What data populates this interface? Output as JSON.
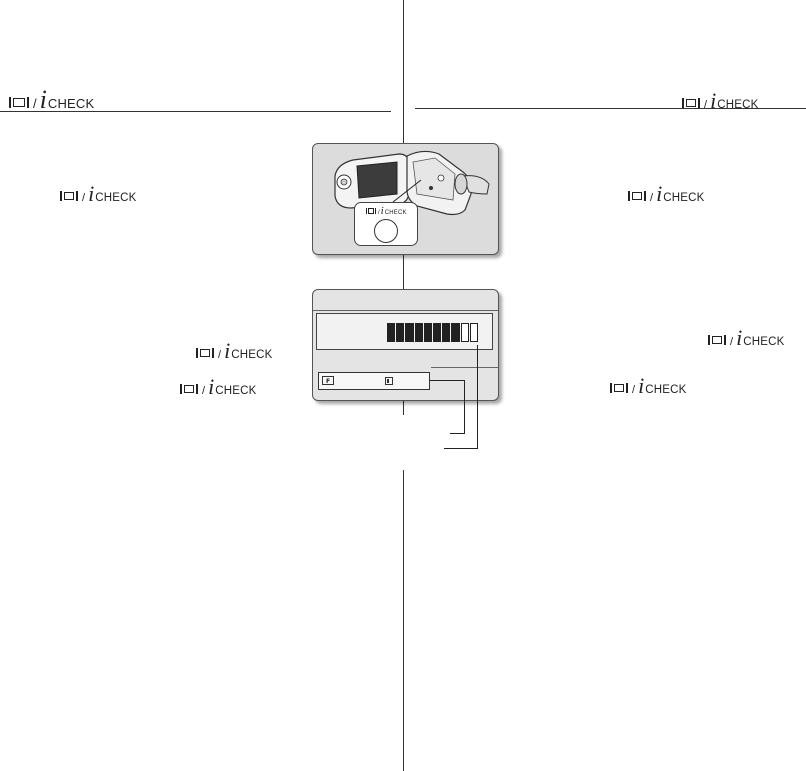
{
  "check_label": {
    "i": "i",
    "slash": "/",
    "text": "CHECK"
  },
  "colors": {
    "rule": "#333333",
    "figure_bg": "#dcdcdc",
    "bar_fill": "#222222"
  },
  "icons": [
    "screen-icon",
    "camcorder-illustration",
    "fine-quality-icon",
    "memory-card-icon"
  ],
  "battery": {
    "filled": 8,
    "total": 10
  }
}
